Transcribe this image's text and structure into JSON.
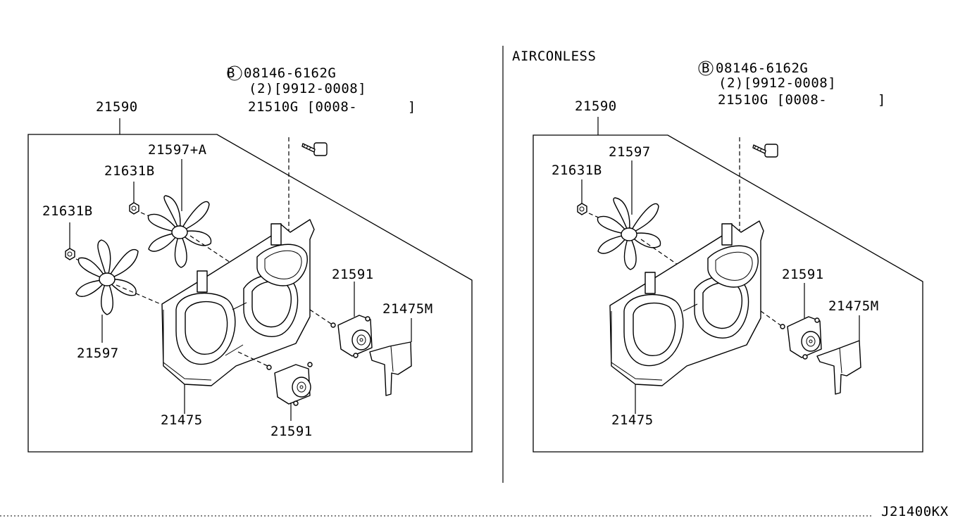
{
  "left_panel": {
    "bolt_marker": "B",
    "bolt_part": "08146-6162G",
    "bolt_qty_range": "(2)[9912-0008]",
    "bolt_alt": "21510G [0008-      ]",
    "shroud_assembly": "21590",
    "fan_a": "21597+A",
    "nut_upper": "21631B",
    "nut_lower": "21631B",
    "fan_lower": "21597",
    "motor_right": "21591",
    "motor_bottom": "21591",
    "bracket": "21475M",
    "shroud": "21475"
  },
  "right_panel": {
    "variant_title": "AIRCONLESS",
    "bolt_marker": "B",
    "bolt_part": "08146-6162G",
    "bolt_qty_range": "(2)[9912-0008]",
    "bolt_alt": "21510G [0008-      ]",
    "shroud_assembly": "21590",
    "fan": "21597",
    "nut": "21631B",
    "motor": "21591",
    "bracket": "21475M",
    "shroud": "21475"
  },
  "diagram_code": "J21400KX"
}
